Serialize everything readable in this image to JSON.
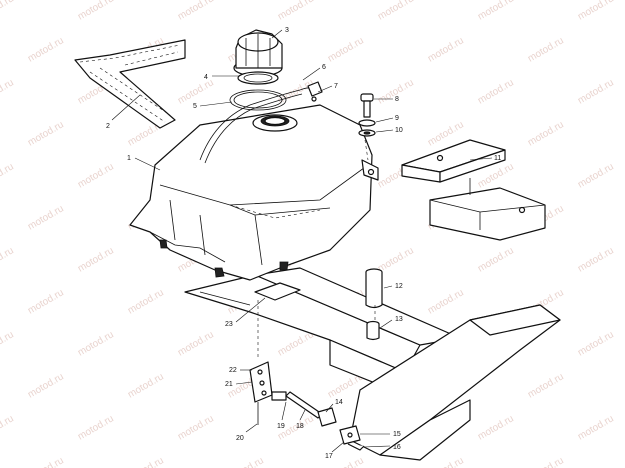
{
  "watermark": "motod.ru",
  "callouts": [
    "1",
    "2",
    "3",
    "4",
    "5",
    "6",
    "7",
    "8",
    "9",
    "10",
    "11",
    "12",
    "13",
    "14",
    "15",
    "16",
    "17",
    "18",
    "19",
    "20",
    "21",
    "22",
    "23"
  ]
}
